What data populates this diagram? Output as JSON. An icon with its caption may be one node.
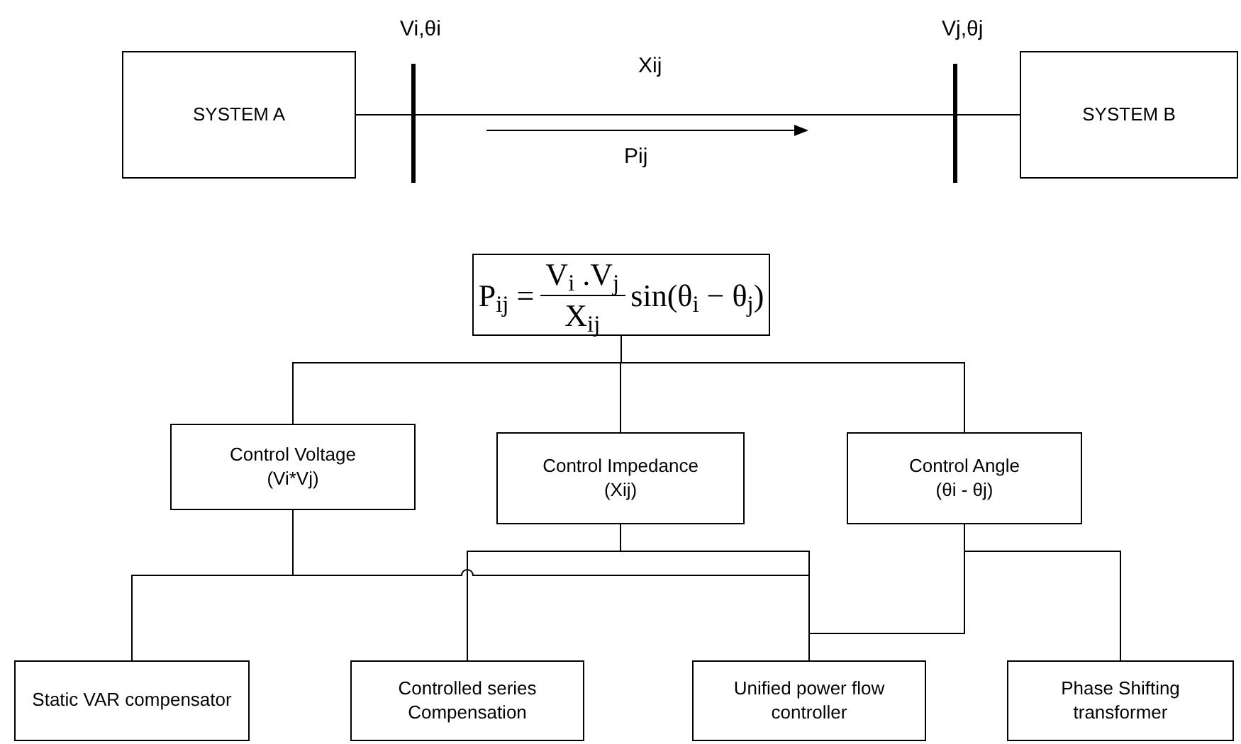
{
  "diagram": {
    "nodes": [
      {
        "text": [
          "SYSTEM A"
        ]
      },
      {
        "text": [],
        "shape": "bar",
        "beside": [
          "Vi,θi"
        ]
      },
      {
        "text": [],
        "shape": "bar",
        "beside": [
          "Vj,θj"
        ]
      },
      {
        "text": [
          "SYSTEM B"
        ]
      },
      {
        "text": [
          "P$_{ij}$ =",
          "V$_{i}$ .V$_{j}$",
          "X$_{ij}$",
          "sin(θ$_{i}$ − θ$_{j}$)"
        ]
      },
      {
        "text": [
          "Control Voltage",
          "(Vi*Vj)"
        ]
      },
      {
        "text": [
          "Control Impedance",
          "(Xij)"
        ]
      },
      {
        "text": [
          "Control Angle",
          "(θi - θj)"
        ]
      },
      {
        "text": [
          "Static VAR compensator"
        ]
      },
      {
        "text": [
          "Controlled series Compensation"
        ]
      },
      {
        "text": [
          "Unified power flow controller"
        ]
      },
      {
        "text": [
          "Phase Shifting transformer"
        ]
      }
    ],
    "edges": [
      {
        "from": 0,
        "to": 1,
        "arrow": "none"
      },
      {
        "from": 1,
        "to": 2,
        "arrow": "none",
        "label": "Xij"
      },
      {
        "from": 2,
        "to": 3,
        "arrow": "none"
      },
      {
        "from": 4,
        "to": 5,
        "arrow": "none"
      },
      {
        "from": 4,
        "to": 6,
        "arrow": "none"
      },
      {
        "from": 4,
        "to": 7,
        "arrow": "none"
      },
      {
        "from": 5,
        "to": 8,
        "arrow": "none"
      },
      {
        "from": 5,
        "to": 10,
        "arrow": "none"
      },
      {
        "from": 6,
        "to": 9,
        "arrow": "none"
      },
      {
        "from": 6,
        "to": 10,
        "arrow": "none"
      },
      {
        "from": 7,
        "to": 10,
        "arrow": "none"
      },
      {
        "from": 7,
        "to": 11,
        "arrow": "none"
      }
    ],
    "labels": [
      "Pij"
    ]
  }
}
